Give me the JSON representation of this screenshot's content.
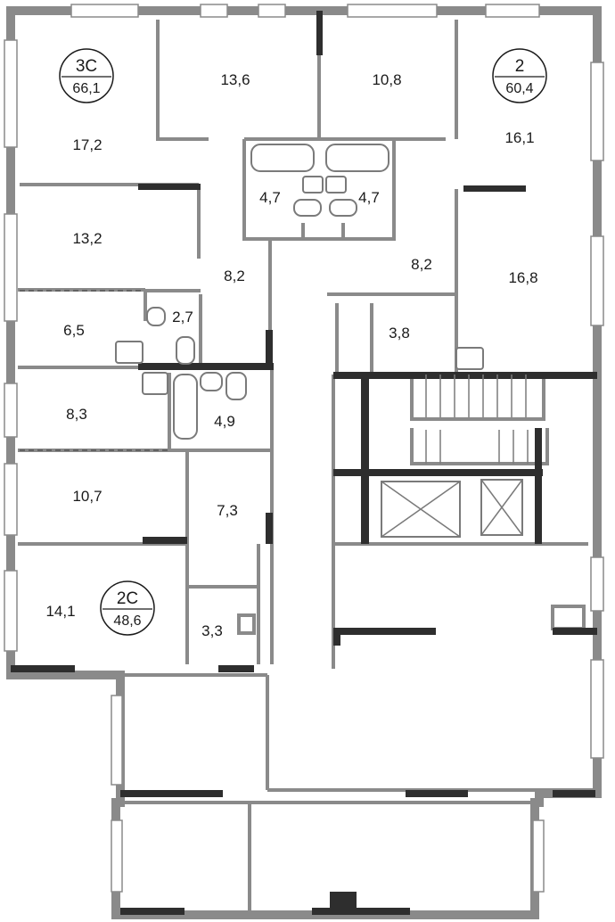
{
  "apartments": [
    {
      "id": "3s",
      "type": "3С",
      "total": "66,1"
    },
    {
      "id": "2",
      "type": "2",
      "total": "60,4"
    },
    {
      "id": "2s",
      "type": "2С",
      "total": "48,6"
    }
  ],
  "rooms": [
    {
      "id": "r-17-2",
      "area": "17,2"
    },
    {
      "id": "r-13-6",
      "area": "13,6"
    },
    {
      "id": "r-10-8",
      "area": "10,8"
    },
    {
      "id": "r-16-1",
      "area": "16,1"
    },
    {
      "id": "r-4-7-left",
      "area": "4,7"
    },
    {
      "id": "r-4-7-right",
      "area": "4,7"
    },
    {
      "id": "r-13-2",
      "area": "13,2"
    },
    {
      "id": "r-8-2-left",
      "area": "8,2"
    },
    {
      "id": "r-8-2-right",
      "area": "8,2"
    },
    {
      "id": "r-16-8",
      "area": "16,8"
    },
    {
      "id": "r-6-5",
      "area": "6,5"
    },
    {
      "id": "r-2-7",
      "area": "2,7"
    },
    {
      "id": "r-3-8",
      "area": "3,8"
    },
    {
      "id": "r-8-3",
      "area": "8,3"
    },
    {
      "id": "r-4-9",
      "area": "4,9"
    },
    {
      "id": "r-10-7",
      "area": "10,7"
    },
    {
      "id": "r-7-3",
      "area": "7,3"
    },
    {
      "id": "r-14-1",
      "area": "14,1"
    },
    {
      "id": "r-3-3",
      "area": "3,3"
    }
  ],
  "colors": {
    "wall": "#8a8a8a",
    "wall_dark": "#2e2e2e",
    "window": "#ffffff",
    "fixture": "#7a7a7a",
    "background": "#ffffff"
  }
}
